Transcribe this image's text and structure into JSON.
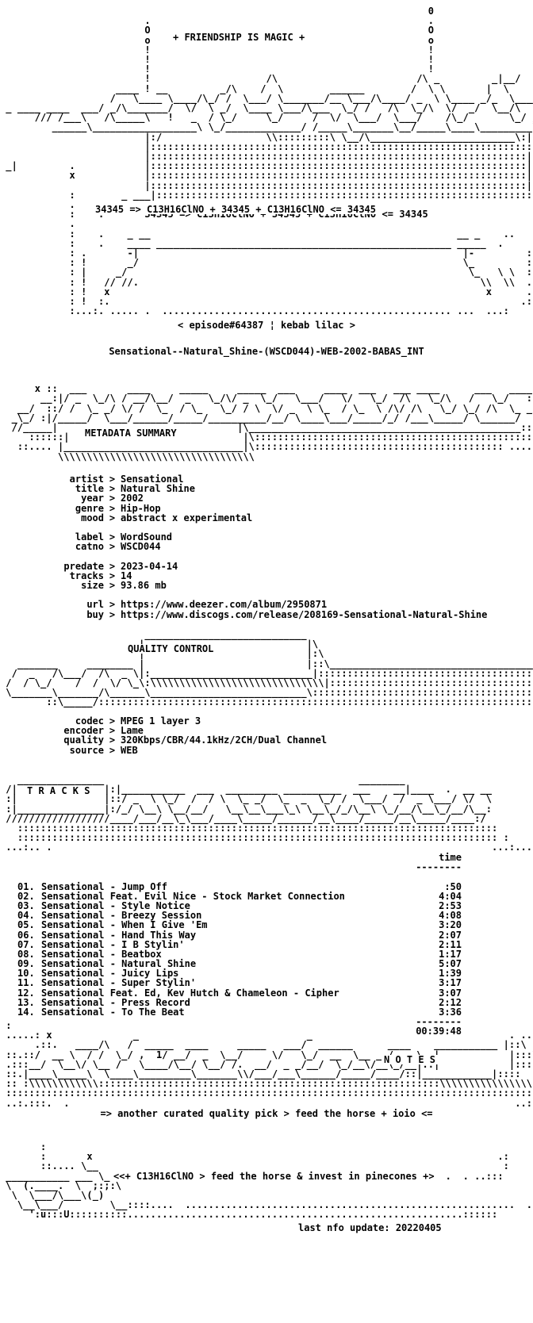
{
  "banner": {
    "tagline": "+ FRIENDSHIP IS MAGIC +",
    "formula": "34345 => C13H16ClNO + 34345 + C13H16ClNO <= 34345"
  },
  "episode": "< episode#64387 ¦ kebab lilac >",
  "release_name": "Sensational--Natural_Shine-(WSCD044)-WEB-2002-BABAS_INT",
  "sections": {
    "metadata": "METADATA SUMMARY",
    "quality": "QUALITY CONTROL",
    "tracks": "T R A C K S",
    "notes": "N O T E S"
  },
  "metadata": [
    {
      "key": "artist",
      "value": "Sensational"
    },
    {
      "key": "title",
      "value": "Natural Shine"
    },
    {
      "key": "year",
      "value": "2002"
    },
    {
      "key": "genre",
      "value": "Hip-Hop"
    },
    {
      "key": "mood",
      "value": "abstract x experimental"
    },
    {
      "key": "label",
      "value": "WordSound"
    },
    {
      "key": "catno",
      "value": "WSCD044"
    },
    {
      "key": "predate",
      "value": "2023-04-14"
    },
    {
      "key": "tracks",
      "value": "14"
    },
    {
      "key": "size",
      "value": "93.86 mb"
    },
    {
      "key": "url",
      "value": "https://www.deezer.com/album/2950871"
    },
    {
      "key": "buy",
      "value": "https://www.discogs.com/release/208169-Sensational-Natural-Shine"
    }
  ],
  "quality": [
    {
      "key": "codec",
      "value": "MPEG 1 layer 3"
    },
    {
      "key": "encoder",
      "value": "Lame"
    },
    {
      "key": "quality",
      "value": "320Kbps/CBR/44.1kHz/2CH/Dual Channel"
    },
    {
      "key": "source",
      "value": "WEB"
    }
  ],
  "tracklist": {
    "time_header": "time",
    "rule": "--------",
    "items": [
      {
        "num": "01.",
        "title": "Sensational - Jump Off",
        "time": ":50"
      },
      {
        "num": "02.",
        "title": "Sensational Feat. Evil Nice - Stock Market Connection",
        "time": "4:04"
      },
      {
        "num": "03.",
        "title": "Sensational - Style Notice",
        "time": "2:53"
      },
      {
        "num": "04.",
        "title": "Sensational - Breezy Session",
        "time": "4:08"
      },
      {
        "num": "05.",
        "title": "Sensational - When I Give 'Em",
        "time": "3:20"
      },
      {
        "num": "06.",
        "title": "Sensational - Hand This Way",
        "time": "2:07"
      },
      {
        "num": "07.",
        "title": "Sensational - I B Stylin'",
        "time": "2:11"
      },
      {
        "num": "08.",
        "title": "Sensational - Beatbox",
        "time": "1:17"
      },
      {
        "num": "09.",
        "title": "Sensational - Natural Shine",
        "time": "5:07"
      },
      {
        "num": "10.",
        "title": "Sensational - Juicy Lips",
        "time": "1:39"
      },
      {
        "num": "11.",
        "title": "Sensational - Super Stylin'",
        "time": "3:17"
      },
      {
        "num": "12.",
        "title": "Sensational Feat. Ed, Kev Hutch & Chameleon - Cipher",
        "time": "3:07"
      },
      {
        "num": "13.",
        "title": "Sensational - Press Record",
        "time": "2:12"
      },
      {
        "num": "14.",
        "title": "Sensational - To The Beat",
        "time": "3:36"
      }
    ],
    "total": "00:39:48"
  },
  "notes_text": "=> another curated quality pick > feed the horse + ioio <=",
  "footer_text": "<<+ C13H16ClNO > feed the horse & invest in pinecones +>",
  "last_update": "last nfo update: 20220405"
}
